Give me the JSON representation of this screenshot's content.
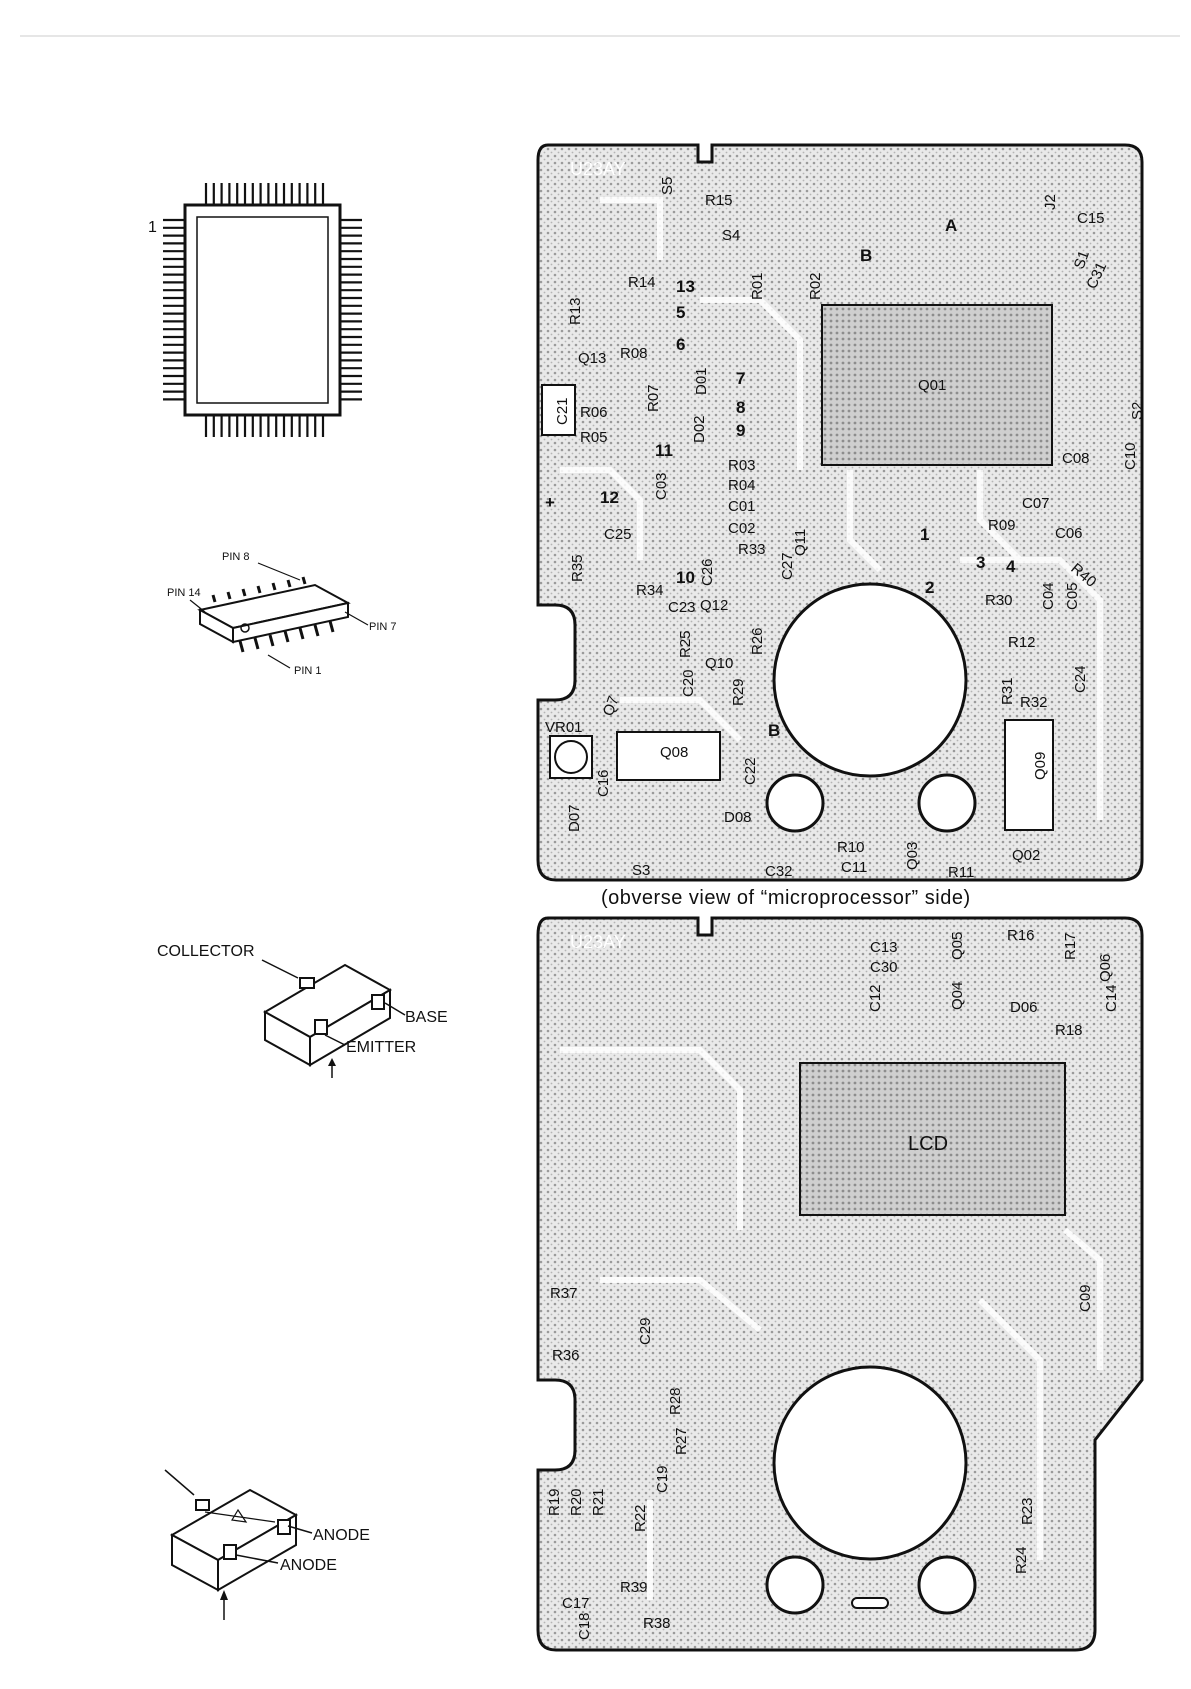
{
  "qfp_package": {
    "pin1_label": "1"
  },
  "soic_package": {
    "pin8_label": "PIN 8",
    "pin14_label": "PIN 14",
    "pin7_label": "PIN 7",
    "pin1_label": "PIN 1"
  },
  "transistor_package": {
    "collector_label": "COLLECTOR",
    "base_label": "BASE",
    "emitter_label": "EMITTER"
  },
  "diode_package": {
    "anode_top_label": "ANODE",
    "anode_bottom_label": "ANODE"
  },
  "board_top": {
    "caption": "(obverse view of “microprocessor” side)",
    "logo": "U23AY",
    "main_ic": "Q01",
    "refs": [
      "R15",
      "S4",
      "S5",
      "R01",
      "R02",
      "J2",
      "C15",
      "S1",
      "C31",
      "R14",
      "R13",
      "Q13",
      "R08",
      "R07",
      "D01",
      "R06",
      "C21",
      "R05",
      "D02",
      "R03",
      "R04",
      "C01",
      "C02",
      "C03",
      "S2",
      "C10",
      "C08",
      "C07",
      "C06",
      "R09",
      "R40",
      "C25",
      "R33",
      "C27",
      "Q11",
      "R35",
      "C26",
      "R34",
      "C23",
      "Q12",
      "R26",
      "R25",
      "Q10",
      "R29",
      "C20",
      "Q7",
      "R30",
      "C04",
      "C05",
      "R12",
      "R31",
      "R32",
      "C24",
      "VR01",
      "Q08",
      "C22",
      "Q09",
      "C16",
      "D07",
      "D08",
      "S3",
      "C32",
      "R10",
      "C11",
      "Q03",
      "R11",
      "Q02"
    ],
    "pad_numbers": [
      "13",
      "5",
      "6",
      "7",
      "8",
      "9",
      "11",
      "12",
      "10",
      "1",
      "2",
      "3",
      "4"
    ],
    "markers": [
      "A",
      "B",
      "B",
      "+"
    ]
  },
  "board_bottom": {
    "logo": "U23AY",
    "main_display": "LCD",
    "refs": [
      "C13",
      "Q05",
      "R16",
      "R17",
      "C30",
      "Q06",
      "C14",
      "C12",
      "Q04",
      "D06",
      "R18",
      "R37",
      "C29",
      "R36",
      "C09",
      "R28",
      "R27",
      "C19",
      "R19",
      "R20",
      "R21",
      "R22",
      "R23",
      "R24",
      "C17",
      "R39",
      "C18",
      "R38"
    ]
  }
}
